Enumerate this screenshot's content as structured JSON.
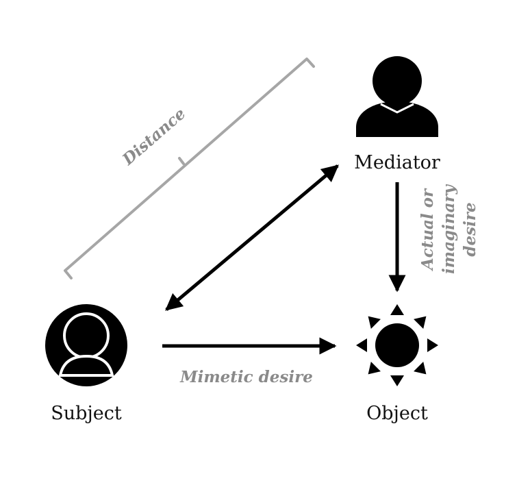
{
  "nodes": {
    "subject": {
      "label": "Subject"
    },
    "mediator": {
      "label": "Mediator"
    },
    "object": {
      "label": "Object"
    }
  },
  "edges": {
    "mimetic": {
      "label": "Mimetic desire"
    },
    "actual_line1": "Actual or",
    "actual_line2": "imaginary",
    "actual_line3": "desire",
    "distance": {
      "label": "Distance"
    }
  },
  "colors": {
    "ink": "#000000",
    "label_gray": "#8a8a8a",
    "bracket_gray": "#a6a6a6"
  },
  "icons": {
    "subject": "person-in-circle-icon",
    "mediator": "person-bust-icon",
    "object": "sun-icon"
  }
}
